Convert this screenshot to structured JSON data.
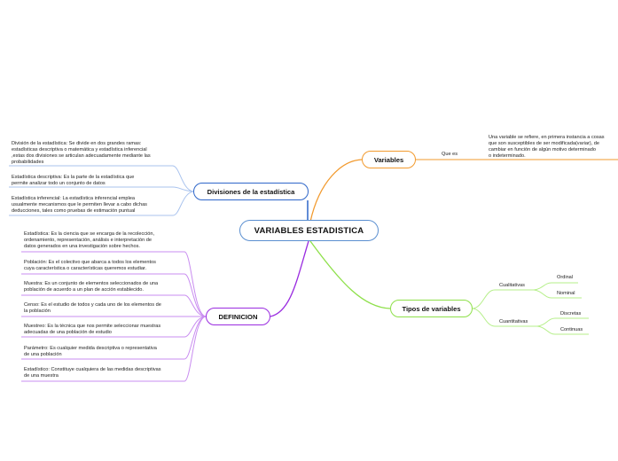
{
  "central": "VARIABLES ESTADISTICA",
  "variables": {
    "label": "Variables",
    "sub": "Que es",
    "definition": "Una variable se refiere,  en primera instancia a cosas\nque son susceptibles de ser modificada(variar),  de\ncambiar en función de algún motivo determinado\n o indeterminado."
  },
  "divisiones": {
    "label": "Divisiones de la estadística",
    "items": [
      "División de la estadística: Se divide en dos grandes ramas:\nestadísticas  descriptiva o matemática y estadística inferencial\n,estas dos divisiones se articulan adecuadamente mediante las\nprobabilidades",
      "Estadística descriptiva: Es la parte de la estadística que\npermite analizar todo un conjunto de datos",
      "Estadística inferencial: La estadística inferencial  emplea\nusualmente mecanismos que le permiten llevar a cabo dichas\ndeducciones, tales como pruebas de estimación puntual"
    ]
  },
  "definicion": {
    "label": "DEFINICION",
    "items": [
      "Estadística: Es la ciencia que se encarga de la recolección,\nordenamiento, representación, análisis e interpretación  de\ndatos generados en una investigación sobre hechos.",
      "Población: Es el colectivo que abarca a todos los elementos\ncuya característica o características queremos estudiar.",
      "Muestra: Es un conjunto de elementos seleccionados de una\npoblación de acuerdo a un plan de acción establecido.",
      "Censo: Es el estudio de todos y cada uno de los elementos de\nla población",
      "Muestreo: Es la técnica que nos permite seleccionar muestras\nadecuadas de una población de estudio",
      "Parámetro: Es cualquier medida descriptiva o representativa\nde una población",
      "Estadístico: Constituye cualquiera de las medidas descriptivas\nde una muestra"
    ]
  },
  "tipos": {
    "label": "Tipos de variables",
    "groups": [
      {
        "label": "Cualitativas",
        "children": [
          "Ordinal",
          "Nominal"
        ]
      },
      {
        "label": "Cuantitativas",
        "children": [
          "Discretas",
          "Continuas"
        ]
      }
    ]
  },
  "colors": {
    "central": "#5b8fd0",
    "variables": "#f29a2e",
    "divisiones": "#2e66c9",
    "definicion": "#9a2ce0",
    "tipos": "#8ee04a",
    "leaf_divisiones": "#a9c3ee",
    "leaf_definicion": "#c98df0",
    "leaf_tipos": "#b6ef8a"
  }
}
